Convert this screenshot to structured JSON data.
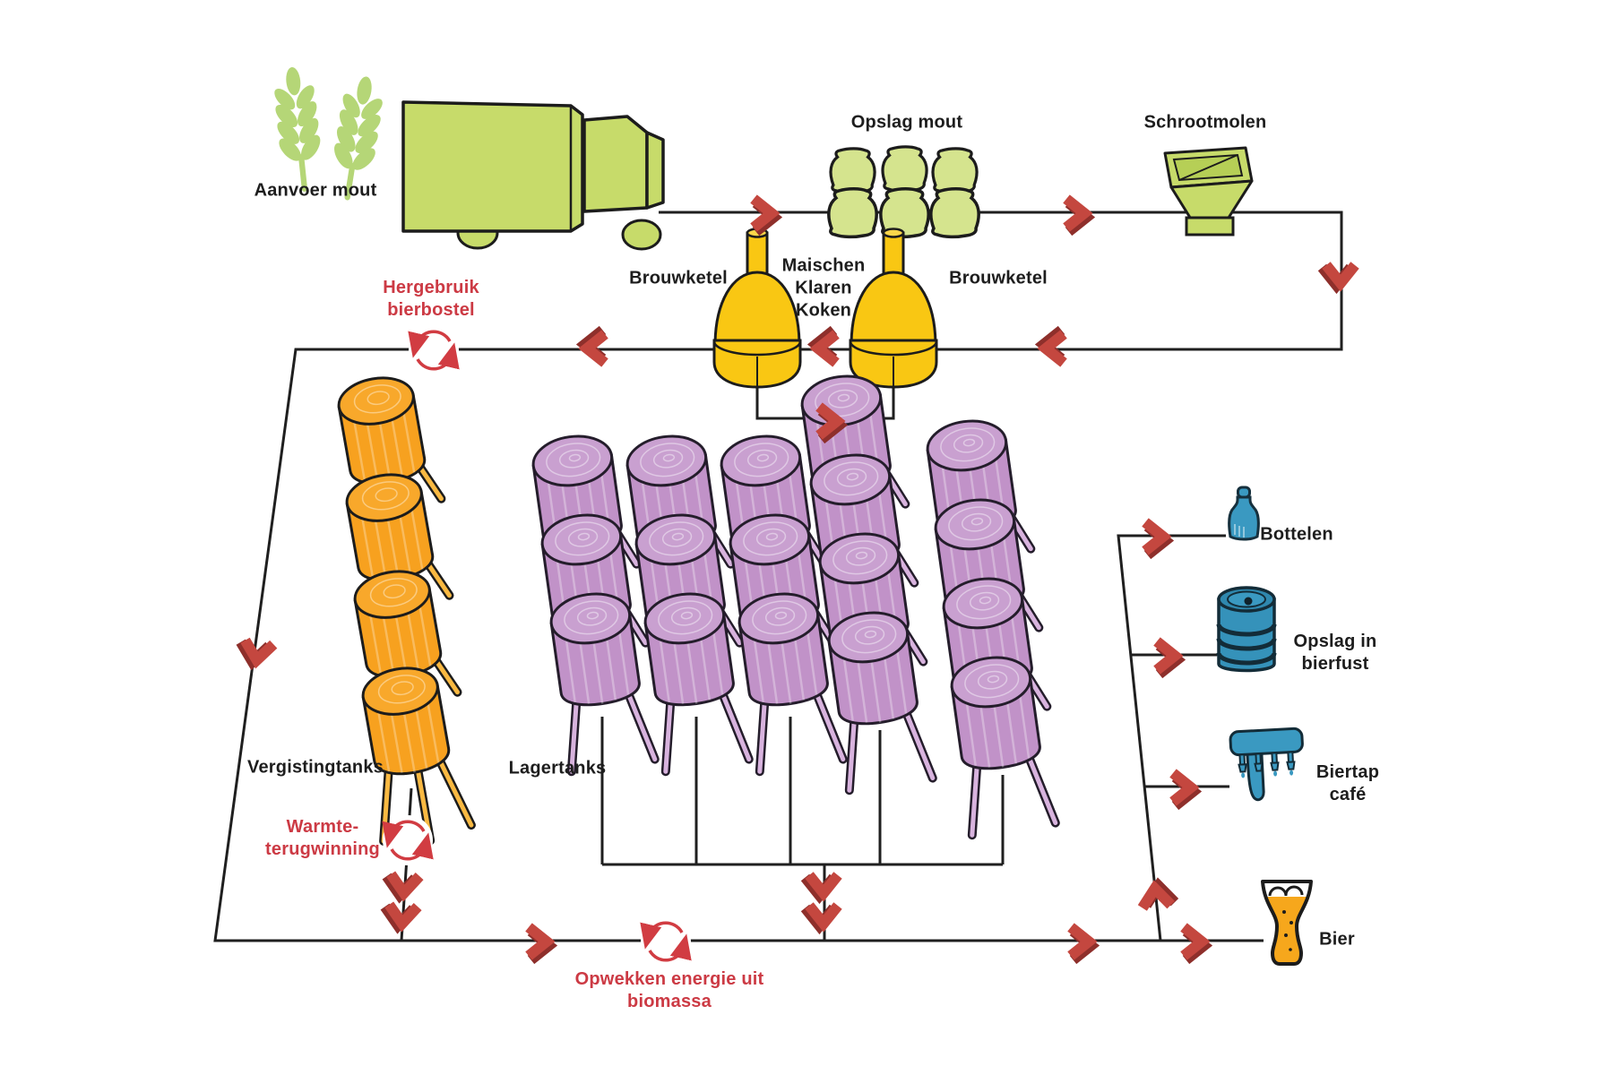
{
  "labels": {
    "aanvoer_mout": "Aanvoer mout",
    "opslag_mout": "Opslag mout",
    "schrootmolen": "Schrootmolen",
    "brouwketel_links": "Brouwketel",
    "brouwproces": "Maischen\nKlaren\nKoken",
    "brouwketel_rechts": "Brouwketel",
    "vergistingtanks": "Vergistingtanks",
    "lagertanks": "Lagertanks",
    "bottelen": "Bottelen",
    "opslag_bierfust": "Opslag in\nbierfust",
    "biertap_cafe": "Biertap\ncafé",
    "bier": "Bier"
  },
  "eco_labels": {
    "hergebruik_bierbostel": "Hergebruik\nbierbostel",
    "warmte_terugwinning": "Warmte-\nterugwinning",
    "opwekken_energie": "Opwekken energie uit\nbiomassa"
  },
  "colors": {
    "malt_green": "#c7db6a",
    "sack_green": "#d5e48e",
    "wheat_green": "#b5d677",
    "kettle_yellow": "#f9c713",
    "fermentation_orange": "#f7a11f",
    "lager_purple": "#c192c8",
    "packaging_blue": "#3a99c1",
    "beer_orange": "#f6a71c",
    "arrow_red": "#c4473f",
    "eco_red": "#cc3a44",
    "line_black": "#1f1f1f"
  },
  "icons": [
    "wheat-icon",
    "truck-icon",
    "malt-sack-icon",
    "mill-icon",
    "brew-kettle-icon",
    "fermentation-tank-icon",
    "lager-tank-icon",
    "bottle-icon",
    "keg-icon",
    "tap-icon",
    "beer-glass-icon",
    "recycle-icon",
    "flow-arrow-icon"
  ]
}
